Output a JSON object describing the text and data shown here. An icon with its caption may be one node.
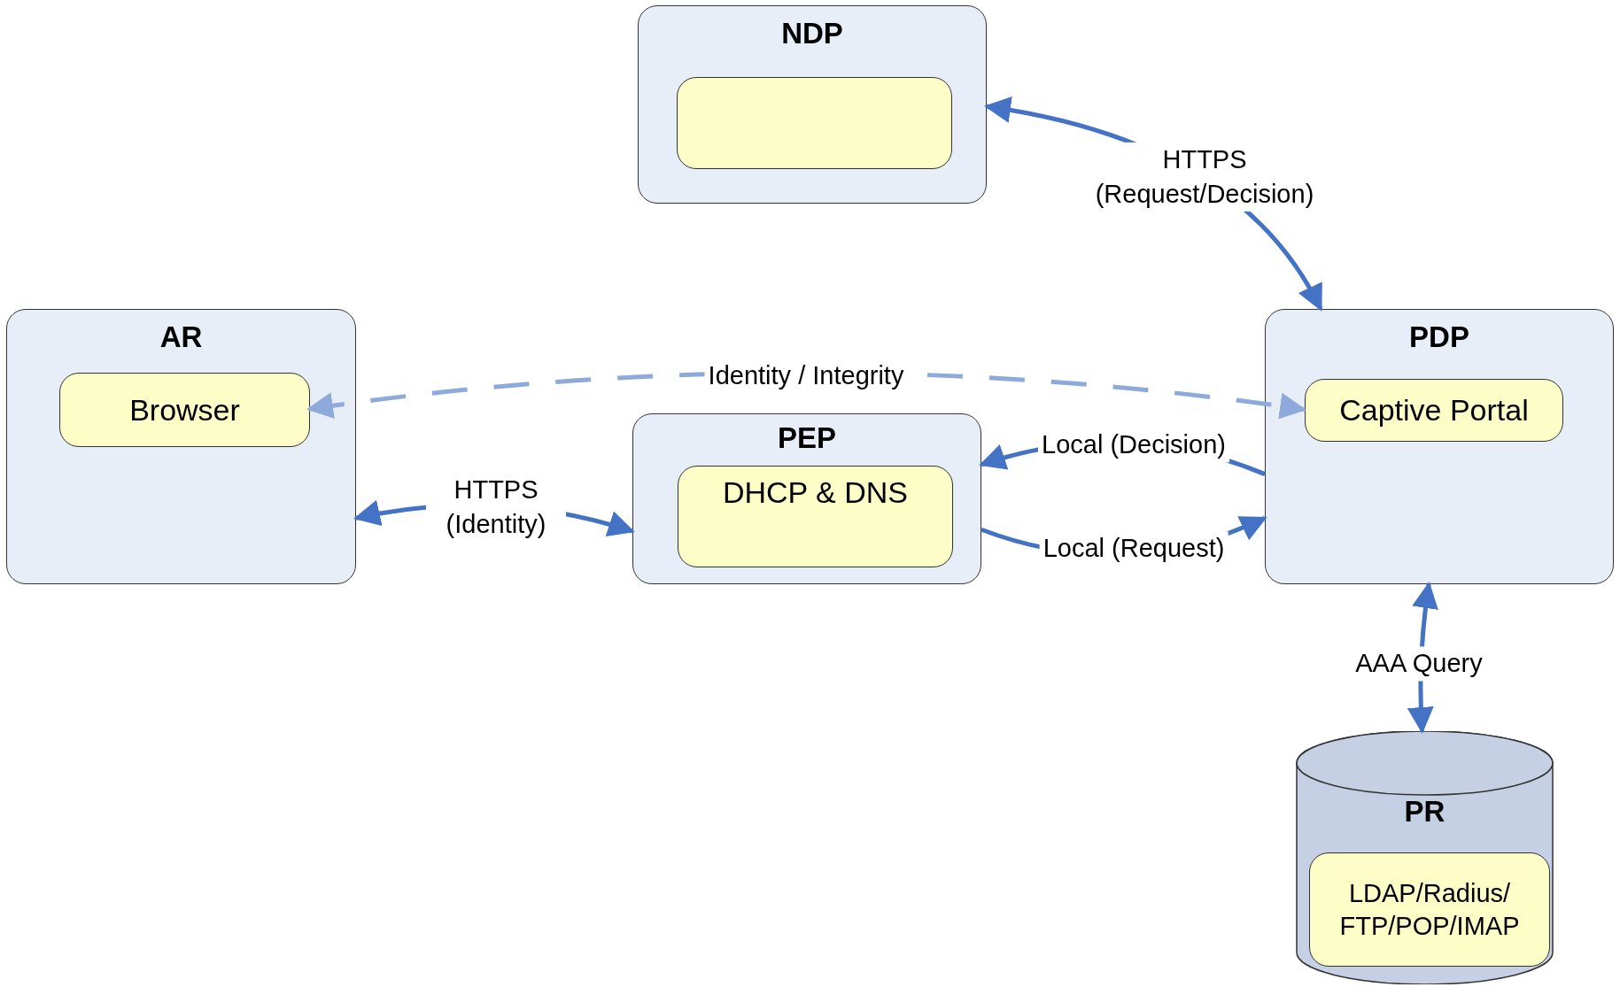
{
  "diagram": {
    "nodes": [
      {
        "text": [
          "NDP"
        ]
      },
      {
        "text": [],
        "shape": "box",
        "in": 0
      },
      {
        "text": [
          "AR"
        ]
      },
      {
        "text": [
          "Browser"
        ],
        "in": 2
      },
      {
        "text": [
          "PEP"
        ]
      },
      {
        "text": [
          "DHCP & DNS"
        ],
        "in": 4
      },
      {
        "text": [
          "PDP"
        ]
      },
      {
        "text": [
          "Captive Portal"
        ],
        "in": 6
      },
      {
        "text": [
          "PR"
        ]
      },
      {
        "text": [
          "LDAP/Radius/ FTP/POP/IMAP"
        ],
        "in": 8
      }
    ],
    "edges": [
      {
        "from": 0,
        "to": 6,
        "arrow": "both",
        "label": "HTTPS (Request/Decision)"
      },
      {
        "from": 3,
        "to": 7,
        "arrow": "both",
        "label": "Identity / Integrity",
        "style": "dashed",
        "color": "#8eaadb"
      },
      {
        "from": 6,
        "to": 4,
        "arrow": "to",
        "label": "Local (Decision)"
      },
      {
        "from": 4,
        "to": 6,
        "arrow": "to",
        "label": "Local (Request)"
      },
      {
        "from": 2,
        "to": 4,
        "arrow": "both",
        "label": "HTTPS (Identity)"
      },
      {
        "from": 6,
        "to": 8,
        "arrow": "both",
        "label": "AAA Query"
      }
    ]
  }
}
